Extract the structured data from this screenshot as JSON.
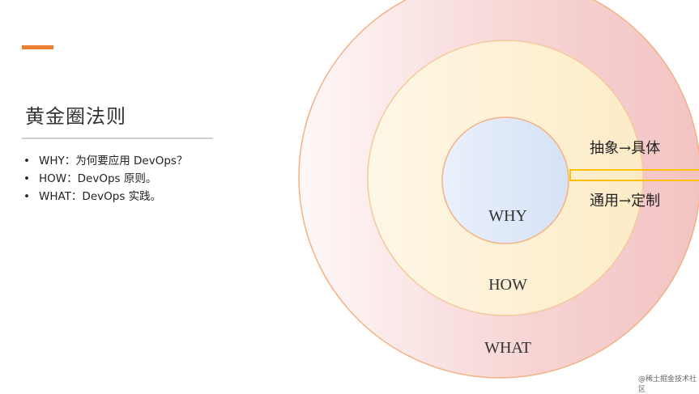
{
  "slide": {
    "title": "黄金圈法则",
    "bullets": [
      "WHY：为何要应用 DevOps？",
      "HOW：DevOps 原则。",
      "WHAT：DevOps 实践。"
    ],
    "accent_color": "#ed7d31"
  },
  "diagram": {
    "circles": {
      "inner": "WHY",
      "middle": "HOW",
      "outer": "WHAT"
    },
    "annotations": [
      "抽象→具体",
      "通用→定制"
    ],
    "highlight_color": "#ffc000"
  },
  "watermark": "@稀土掘金技术社区"
}
